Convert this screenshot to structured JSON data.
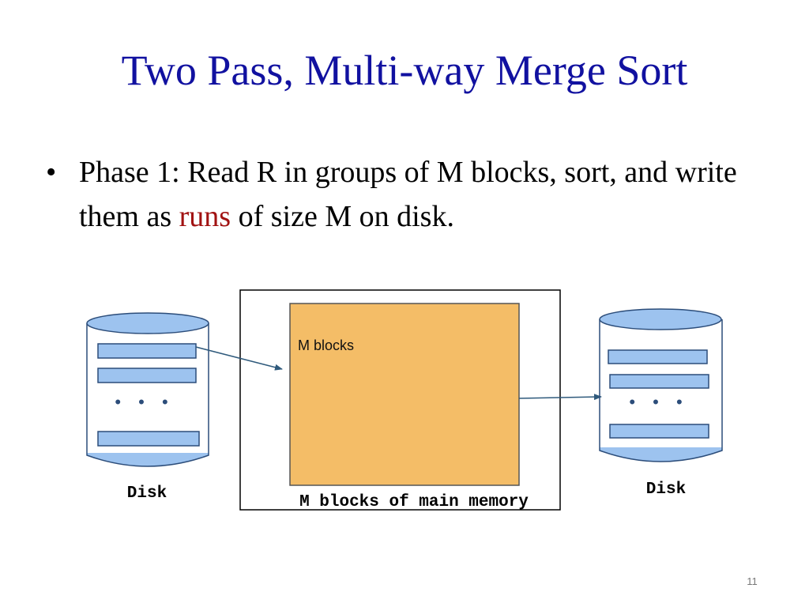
{
  "title": "Two Pass, Multi-way Merge Sort",
  "bullet": {
    "marker": "•",
    "text_before": "Phase 1: Read R in groups of M blocks, sort, and write them as ",
    "highlight": "runs",
    "text_after": " of size M on disk."
  },
  "diagram": {
    "left_disk_label": "Disk",
    "right_disk_label": "Disk",
    "buffer_label": "M blocks",
    "memory_label": "M blocks of main memory",
    "ellipsis": "• • •"
  },
  "page_number": "11",
  "colors": {
    "title": "#1111a0",
    "highlight": "#a11212",
    "buffer_fill": "#f4bd67",
    "disk_block_fill": "#9dc3ef",
    "arrow": "#2f5a7c"
  }
}
